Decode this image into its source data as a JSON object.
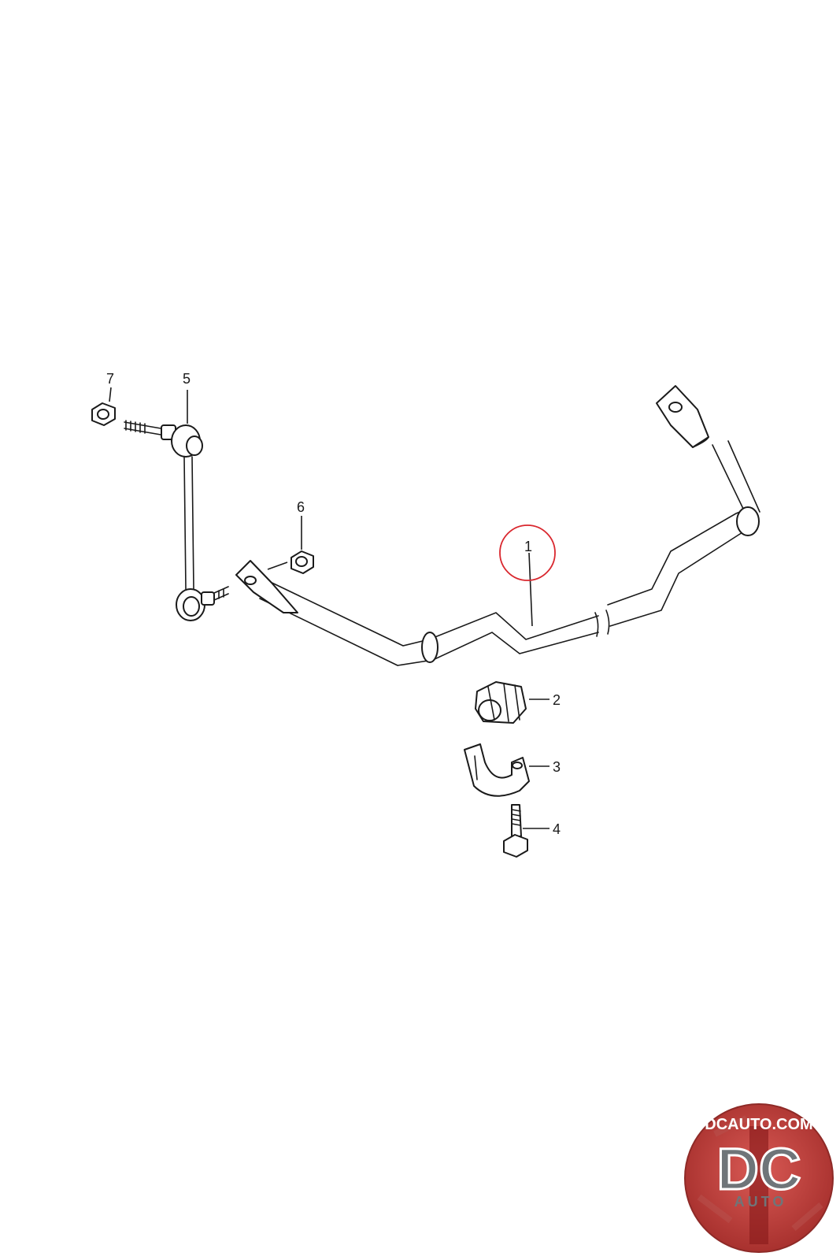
{
  "callouts": {
    "c1": "1",
    "c2": "2",
    "c3": "3",
    "c4": "4",
    "c5": "5",
    "c6": "6",
    "c7": "7"
  },
  "highlighted_part": "1",
  "colors": {
    "line": "#1a1a1a",
    "highlight": "#d9272e",
    "logo_red": "#c8332f",
    "logo_grey": "#6f7579"
  },
  "logo": {
    "url_text": "DCAUTO.COM",
    "main_text": "DC",
    "sub_text": "AUTO"
  }
}
